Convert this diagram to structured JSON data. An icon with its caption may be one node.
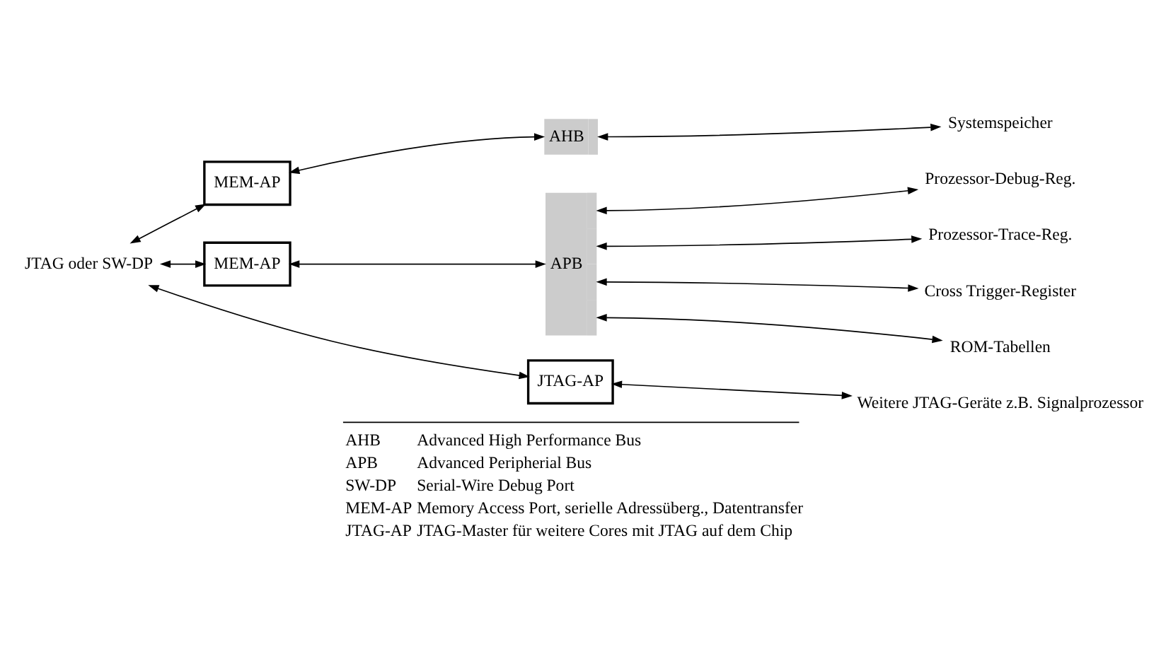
{
  "diagram": {
    "nodes": [
      {
        "text": [
          "JTAG oder SW-DP"
        ]
      },
      {
        "text": [
          "MEM-AP"
        ]
      },
      {
        "text": [
          "MEM-AP"
        ]
      },
      {
        "text": [
          "JTAG-AP"
        ]
      },
      {
        "text": [
          "AHB"
        ]
      },
      {
        "text": [
          "Systemspeicher"
        ]
      },
      {
        "text": [
          "APB"
        ]
      },
      {
        "text": [
          "Prozessor-Debug-Reg."
        ]
      },
      {
        "text": [
          "Prozessor-Trace-Reg."
        ]
      },
      {
        "text": [
          "Cross Trigger-Register"
        ]
      },
      {
        "text": [
          "ROM-Tabellen"
        ]
      },
      {
        "text": [
          "Weitere JTAG-Geräte z.B. Signalprozessor"
        ]
      }
    ],
    "edges": [
      {
        "from": 0,
        "to": 1,
        "arrow": "both"
      },
      {
        "from": 0,
        "to": 2,
        "arrow": "both"
      },
      {
        "from": 0,
        "to": 3,
        "arrow": "both"
      },
      {
        "from": 1,
        "to": 4,
        "arrow": "both"
      },
      {
        "from": 4,
        "to": 5,
        "arrow": "both"
      },
      {
        "from": 2,
        "to": 6,
        "arrow": "both"
      },
      {
        "from": 6,
        "to": 7,
        "arrow": "both"
      },
      {
        "from": 6,
        "to": 8,
        "arrow": "both"
      },
      {
        "from": 6,
        "to": 9,
        "arrow": "both"
      },
      {
        "from": 6,
        "to": 10,
        "arrow": "both"
      },
      {
        "from": 3,
        "to": 11,
        "arrow": "both"
      }
    ],
    "labels": [
      "AHB",
      "Advanced High Performance Bus",
      "APB",
      "Advanced Peripherial Bus",
      "SW-DP",
      "Serial-Wire Debug Port",
      "MEM-AP",
      "Memory Access Port, serielle Adressüberg., Datentransfer",
      "JTAG-AP",
      "JTAG-Master für weitere Cores mit JTAG auf dem Chip"
    ]
  }
}
